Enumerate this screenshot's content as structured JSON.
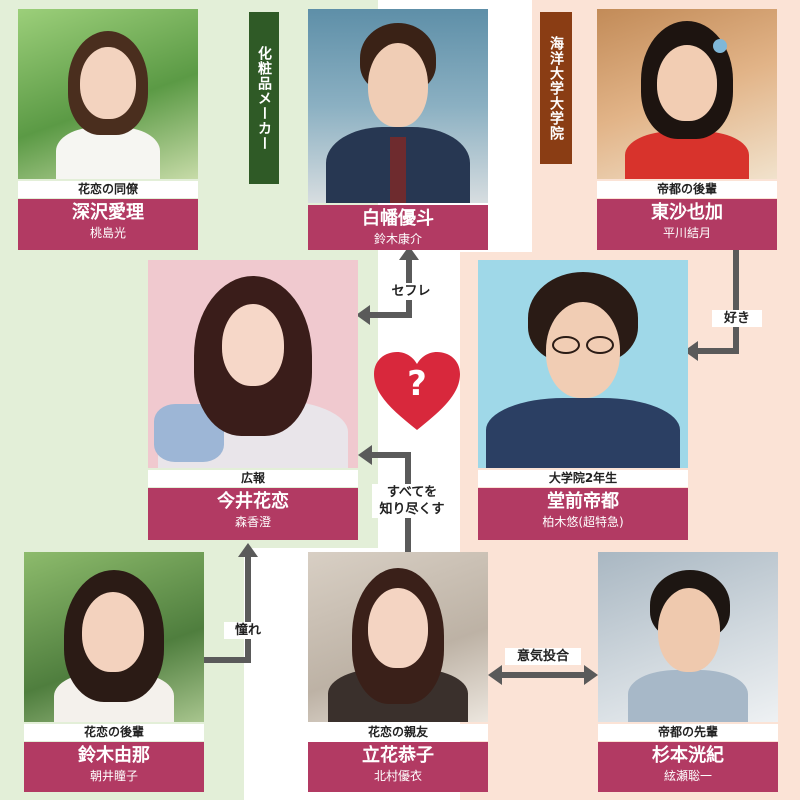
{
  "organizations": {
    "cosmetics": "化粧品メーカー",
    "university": "海洋大学大学院"
  },
  "characters": {
    "fukasawa": {
      "role": "花恋の同僚",
      "name": "深沢愛理",
      "actor": "桃島光"
    },
    "shirahata": {
      "role": "",
      "name": "白幡優斗",
      "actor": "鈴木康介"
    },
    "higashi": {
      "role": "帝都の後輩",
      "name": "東沙也加",
      "actor": "平川結月"
    },
    "imai": {
      "role": "広報",
      "name": "今井花恋",
      "actor": "森香澄"
    },
    "domae": {
      "role": "大学院2年生",
      "name": "堂前帝都",
      "actor": "柏木悠(超特急)"
    },
    "suzuki": {
      "role": "花恋の後輩",
      "name": "鈴木由那",
      "actor": "朝井瞳子"
    },
    "tachibana": {
      "role": "花恋の親友",
      "name": "立花恭子",
      "actor": "北村優衣"
    },
    "sugimoto": {
      "role": "帝都の先輩",
      "name": "杉本洸紀",
      "actor": "絃瀬聡一"
    }
  },
  "relations": {
    "sefure": "セフレ",
    "suki": "好き",
    "subete_line1": "すべてを",
    "subete_line2": "知り尽くす",
    "akogare": "憧れ",
    "ikitougou": "意気投合"
  },
  "center_symbol": "?",
  "colors": {
    "name_box": "#b23a63",
    "heart": "#d8283c",
    "zone_green": "#e3efd8",
    "zone_peach": "#fbe3d6",
    "arrow": "#5a5a5a"
  }
}
